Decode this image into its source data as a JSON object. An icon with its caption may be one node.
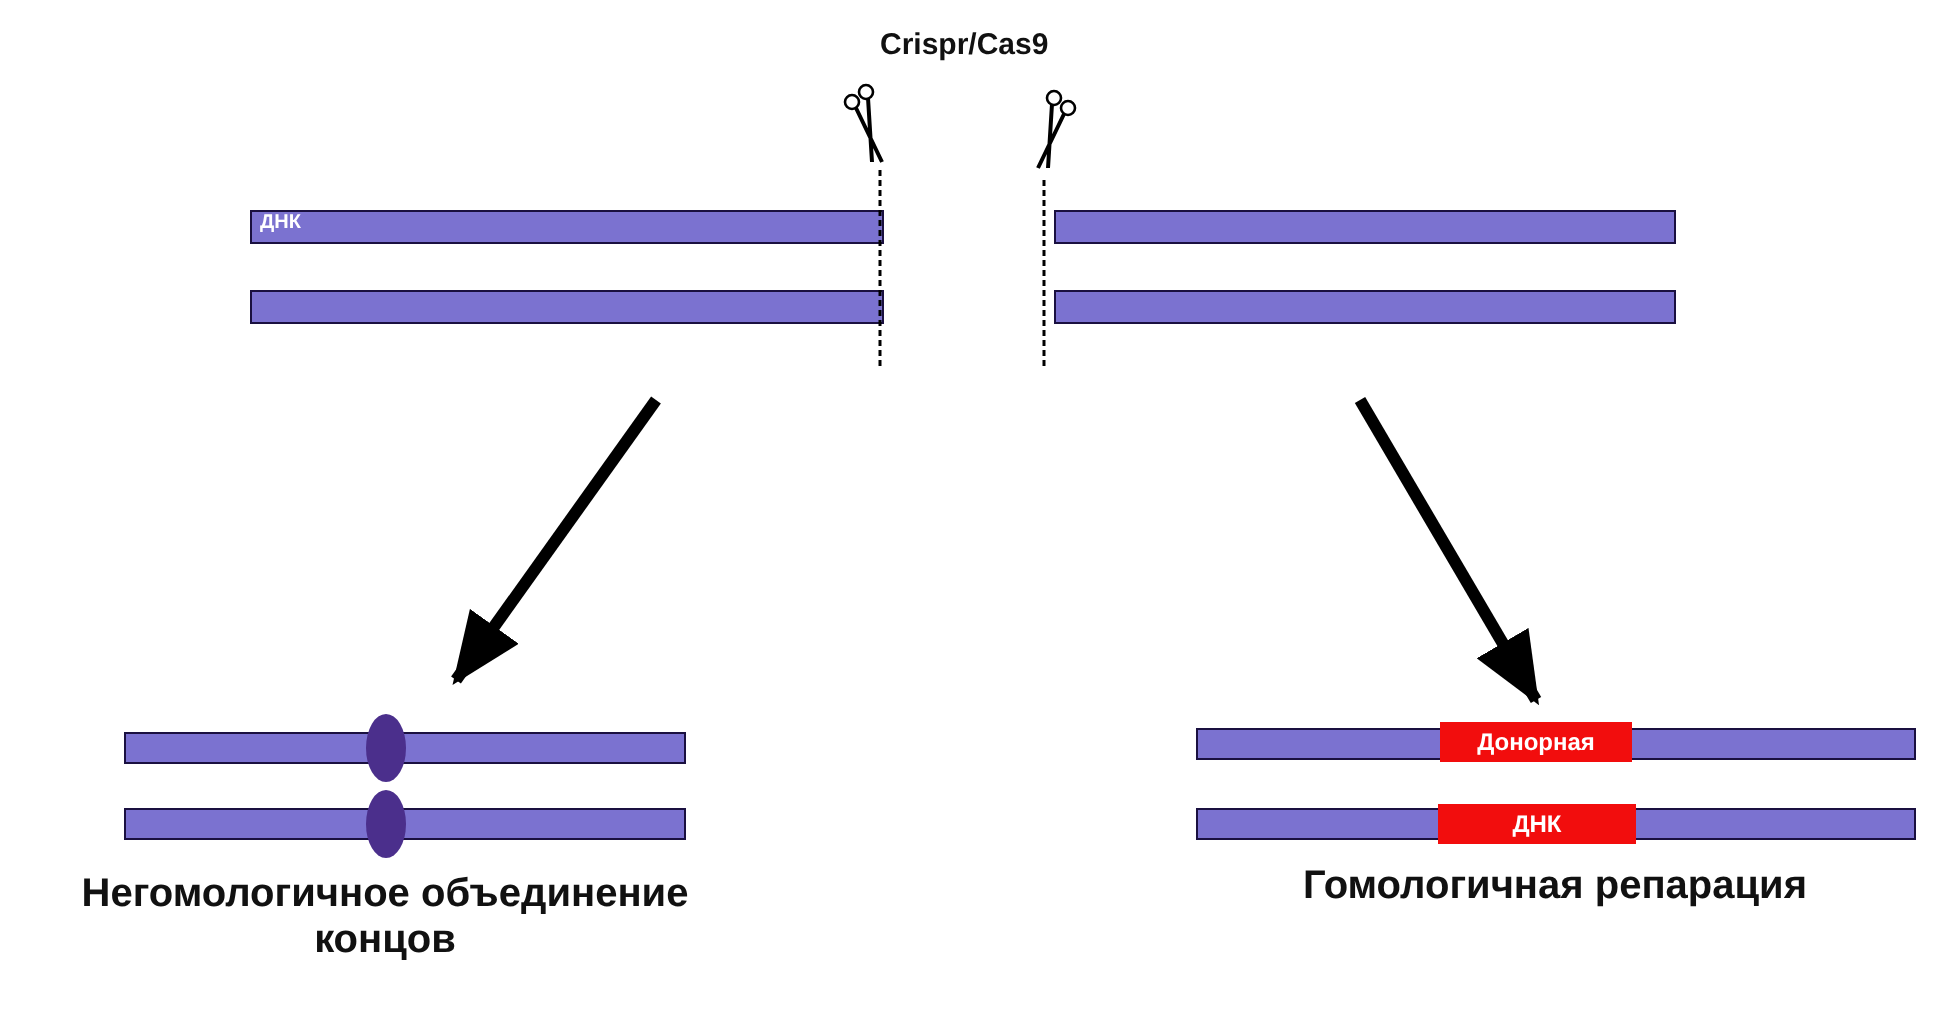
{
  "diagram": {
    "title": "Crispr/Cas9",
    "nodes": [
      {
        "text": [
          "ДНК"
        ]
      },
      {
        "text": [
          "Негомологичное объединение концов"
        ]
      },
      {
        "text": [
          "Гомологичная репарация"
        ]
      },
      {
        "text": [
          "Донорная"
        ],
        "in": 2
      },
      {
        "text": [
          "ДНК"
        ],
        "in": 2
      }
    ],
    "edges": [
      {
        "from": 0,
        "to": 1,
        "arrow": "to"
      },
      {
        "from": 0,
        "to": 2,
        "arrow": "to"
      }
    ]
  }
}
